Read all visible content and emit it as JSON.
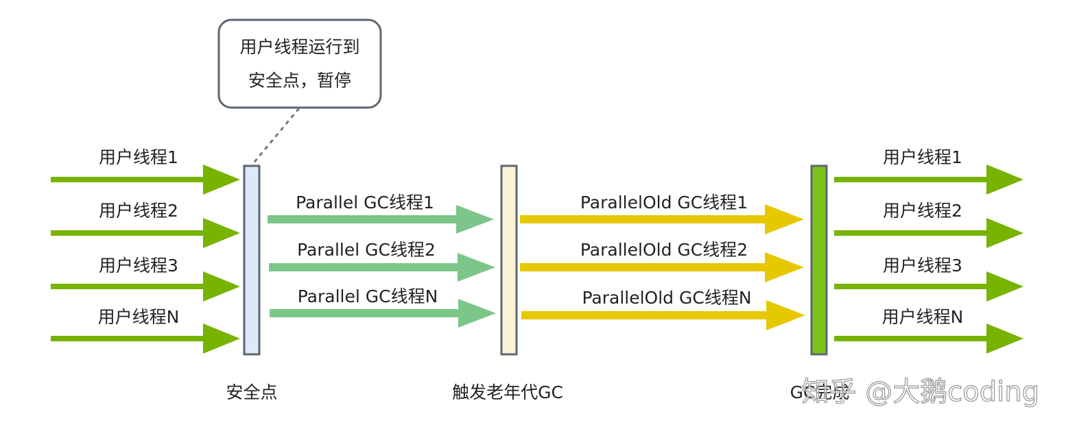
{
  "colors": {
    "user_arrow": "#77b300",
    "parallel_arrow": "#7cc68a",
    "parallel_old_arrow": "#e6c800",
    "bar_safepoint_fill": "#dce9fb",
    "bar_trigger_fill": "#fbf3d6",
    "bar_done_fill": "#7cc31c",
    "bar_stroke": "#5d6670",
    "callout_stroke": "#5d6670"
  },
  "callout": {
    "line1": "用户线程运行到",
    "line2": "安全点，暂停"
  },
  "user_threads_left": [
    "用户线程1",
    "用户线程2",
    "用户线程3",
    "用户线程N"
  ],
  "parallel_threads": [
    "Parallel GC线程1",
    "Parallel GC线程2",
    "Parallel GC线程N"
  ],
  "parallel_old_threads": [
    "ParallelOld GC线程1",
    "ParallelOld GC线程2",
    "ParallelOld GC线程N"
  ],
  "user_threads_right": [
    "用户线程1",
    "用户线程2",
    "用户线程3",
    "用户线程N"
  ],
  "bars": {
    "safepoint": "安全点",
    "trigger": "触发老年代GC",
    "done": "GC完成"
  },
  "watermark": "知乎 @大鹅coding"
}
